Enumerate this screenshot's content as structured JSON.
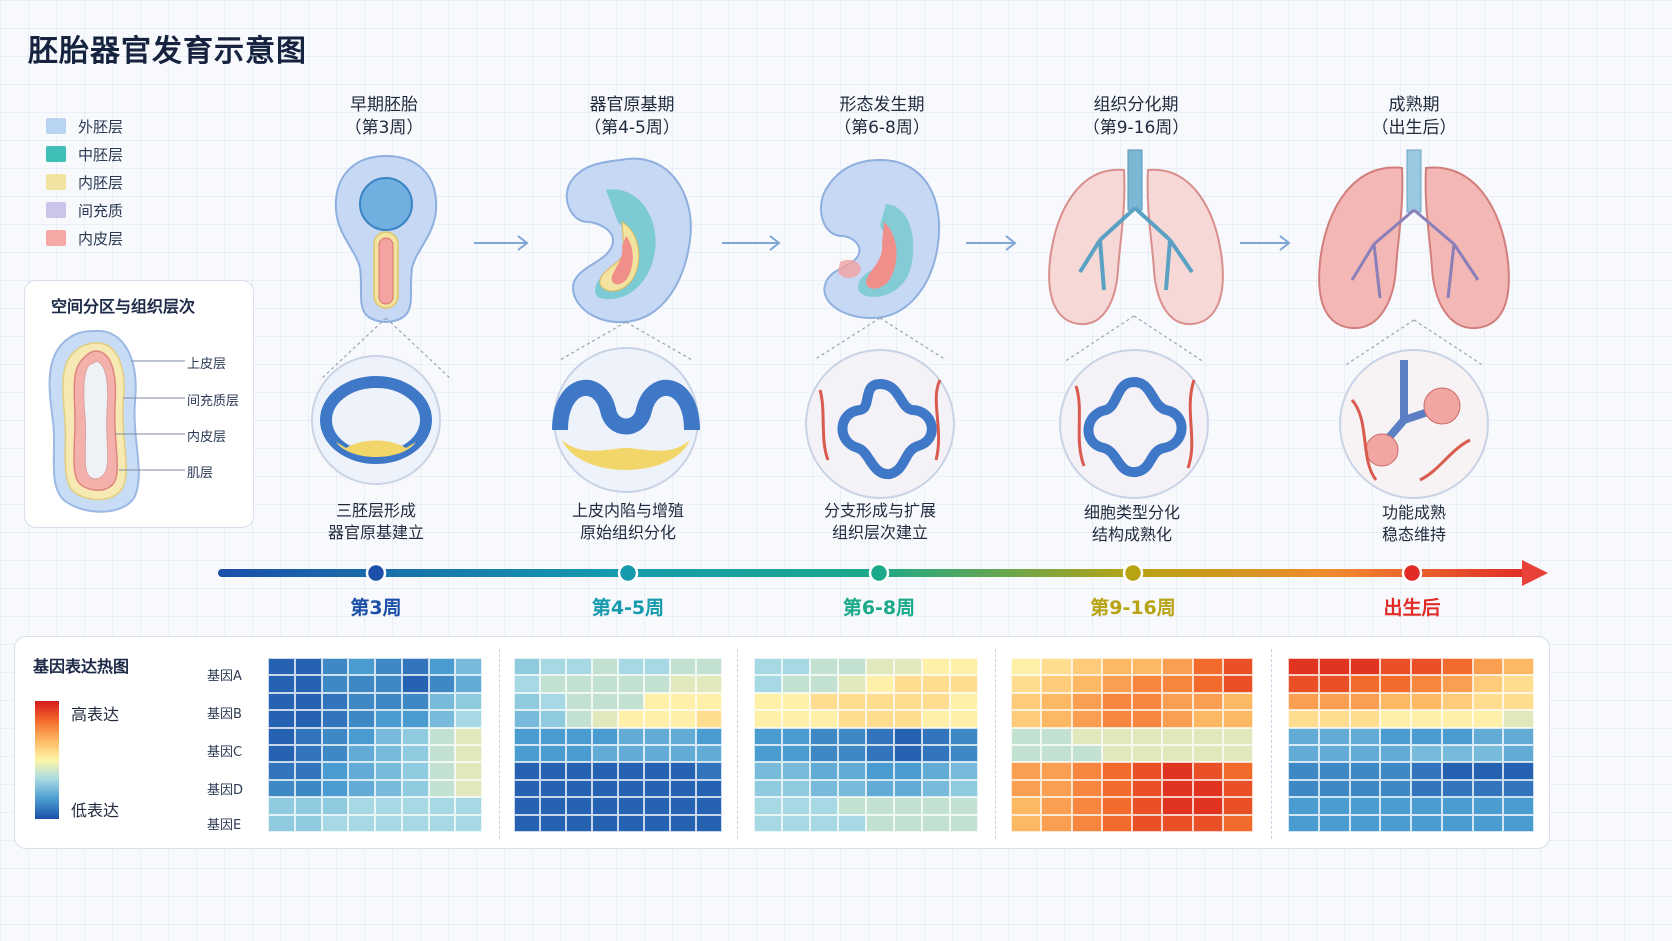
{
  "title": "胚胎器官发育示意图",
  "legend": [
    {
      "label": "外胚层",
      "color": "#b9d4f2"
    },
    {
      "label": "中胚层",
      "color": "#3fbfb8"
    },
    {
      "label": "内胚层",
      "color": "#f3e3a0"
    },
    {
      "label": "间充质",
      "color": "#cbc5ec"
    },
    {
      "label": "内皮层",
      "color": "#f4a9a6"
    }
  ],
  "inset": {
    "title": "空间分区与组织层次",
    "labels": [
      "上皮层",
      "间充质层",
      "内皮层",
      "肌层"
    ]
  },
  "stages": [
    {
      "title": "早期胚胎",
      "period": "（第3周）",
      "desc1": "三胚层形成",
      "desc2": "器官原基建立",
      "timeline": "第3周",
      "color": "#1b4fa8"
    },
    {
      "title": "器官原基期",
      "period": "（第4-5周）",
      "desc1": "上皮内陷与增殖",
      "desc2": "原始组织分化",
      "timeline": "第4-5周",
      "color": "#159aae"
    },
    {
      "title": "形态发生期",
      "period": "（第6-8周）",
      "desc1": "分支形成与扩展",
      "desc2": "组织层次建立",
      "timeline": "第6-8周",
      "color": "#1ba98a"
    },
    {
      "title": "组织分化期",
      "period": "（第9-16周）",
      "desc1": "细胞类型分化",
      "desc2": "结构成熟化",
      "timeline": "第9-16周",
      "color": "#b8a313"
    },
    {
      "title": "成熟期",
      "period": "（出生后）",
      "desc1": "功能成熟",
      "desc2": "稳态维持",
      "timeline": "出生后",
      "color": "#e02b26"
    }
  ],
  "heatmap": {
    "title": "基因表达热图",
    "high_label": "高表达",
    "low_label": "低表达",
    "genes": [
      "基因A",
      "基因B",
      "基因C",
      "基因D",
      "基因E"
    ],
    "blocks": [
      [
        [
          0.05,
          0.05,
          0.15,
          0.2,
          0.15,
          0.1,
          0.2,
          0.3
        ],
        [
          0.05,
          0.05,
          0.15,
          0.15,
          0.15,
          0.05,
          0.15,
          0.25
        ],
        [
          0.05,
          0.05,
          0.1,
          0.15,
          0.15,
          0.15,
          0.3,
          0.35
        ],
        [
          0.05,
          0.05,
          0.1,
          0.15,
          0.2,
          0.2,
          0.3,
          0.4
        ],
        [
          0.05,
          0.1,
          0.15,
          0.2,
          0.3,
          0.35,
          0.45,
          0.5
        ],
        [
          0.05,
          0.1,
          0.15,
          0.25,
          0.3,
          0.35,
          0.45,
          0.5
        ],
        [
          0.1,
          0.1,
          0.2,
          0.25,
          0.3,
          0.35,
          0.45,
          0.5
        ],
        [
          0.15,
          0.15,
          0.2,
          0.25,
          0.3,
          0.35,
          0.45,
          0.5
        ],
        [
          0.35,
          0.35,
          0.35,
          0.4,
          0.4,
          0.4,
          0.4,
          0.4
        ],
        [
          0.35,
          0.35,
          0.4,
          0.4,
          0.4,
          0.4,
          0.4,
          0.4
        ]
      ],
      [
        [
          0.35,
          0.4,
          0.4,
          0.45,
          0.4,
          0.4,
          0.45,
          0.45
        ],
        [
          0.4,
          0.45,
          0.45,
          0.45,
          0.45,
          0.45,
          0.5,
          0.5
        ],
        [
          0.35,
          0.4,
          0.45,
          0.45,
          0.45,
          0.55,
          0.55,
          0.55
        ],
        [
          0.3,
          0.35,
          0.45,
          0.5,
          0.55,
          0.55,
          0.55,
          0.6
        ],
        [
          0.2,
          0.2,
          0.2,
          0.2,
          0.25,
          0.25,
          0.25,
          0.2
        ],
        [
          0.2,
          0.2,
          0.2,
          0.25,
          0.25,
          0.25,
          0.25,
          0.25
        ],
        [
          0.05,
          0.05,
          0.05,
          0.05,
          0.05,
          0.05,
          0.05,
          0.1
        ],
        [
          0.05,
          0.05,
          0.05,
          0.05,
          0.05,
          0.05,
          0.05,
          0.05
        ],
        [
          0.05,
          0.05,
          0.05,
          0.05,
          0.05,
          0.05,
          0.05,
          0.05
        ],
        [
          0.05,
          0.05,
          0.05,
          0.05,
          0.05,
          0.05,
          0.05,
          0.05
        ]
      ],
      [
        [
          0.4,
          0.4,
          0.45,
          0.45,
          0.5,
          0.5,
          0.55,
          0.55
        ],
        [
          0.4,
          0.45,
          0.45,
          0.5,
          0.55,
          0.6,
          0.6,
          0.6
        ],
        [
          0.55,
          0.55,
          0.6,
          0.6,
          0.6,
          0.6,
          0.6,
          0.55
        ],
        [
          0.55,
          0.55,
          0.55,
          0.6,
          0.6,
          0.6,
          0.55,
          0.55
        ],
        [
          0.2,
          0.2,
          0.15,
          0.15,
          0.1,
          0.05,
          0.1,
          0.15
        ],
        [
          0.2,
          0.2,
          0.15,
          0.15,
          0.1,
          0.05,
          0.1,
          0.15
        ],
        [
          0.3,
          0.3,
          0.25,
          0.25,
          0.2,
          0.2,
          0.25,
          0.3
        ],
        [
          0.35,
          0.35,
          0.3,
          0.3,
          0.25,
          0.25,
          0.3,
          0.35
        ],
        [
          0.4,
          0.4,
          0.4,
          0.45,
          0.45,
          0.45,
          0.45,
          0.45
        ],
        [
          0.4,
          0.4,
          0.4,
          0.4,
          0.45,
          0.45,
          0.45,
          0.45
        ]
      ],
      [
        [
          0.55,
          0.6,
          0.65,
          0.7,
          0.7,
          0.75,
          0.85,
          0.9
        ],
        [
          0.6,
          0.65,
          0.7,
          0.75,
          0.8,
          0.8,
          0.85,
          0.9
        ],
        [
          0.65,
          0.7,
          0.75,
          0.8,
          0.8,
          0.75,
          0.75,
          0.7
        ],
        [
          0.65,
          0.7,
          0.75,
          0.8,
          0.8,
          0.75,
          0.7,
          0.7
        ],
        [
          0.45,
          0.45,
          0.5,
          0.5,
          0.5,
          0.5,
          0.5,
          0.5
        ],
        [
          0.45,
          0.45,
          0.45,
          0.5,
          0.5,
          0.5,
          0.5,
          0.5
        ],
        [
          0.75,
          0.75,
          0.8,
          0.85,
          0.9,
          0.95,
          0.9,
          0.85
        ],
        [
          0.75,
          0.75,
          0.8,
          0.85,
          0.9,
          0.95,
          0.95,
          0.9
        ],
        [
          0.7,
          0.75,
          0.8,
          0.85,
          0.9,
          0.95,
          0.95,
          0.9
        ],
        [
          0.7,
          0.75,
          0.8,
          0.85,
          0.9,
          0.9,
          0.9,
          0.85
        ]
      ],
      [
        [
          0.95,
          0.95,
          0.95,
          0.9,
          0.9,
          0.85,
          0.75,
          0.7
        ],
        [
          0.9,
          0.9,
          0.85,
          0.85,
          0.8,
          0.75,
          0.65,
          0.6
        ],
        [
          0.75,
          0.75,
          0.75,
          0.7,
          0.7,
          0.65,
          0.6,
          0.6
        ],
        [
          0.6,
          0.6,
          0.6,
          0.55,
          0.55,
          0.55,
          0.55,
          0.5
        ],
        [
          0.25,
          0.25,
          0.25,
          0.2,
          0.2,
          0.2,
          0.25,
          0.25
        ],
        [
          0.25,
          0.25,
          0.25,
          0.25,
          0.3,
          0.3,
          0.3,
          0.25
        ],
        [
          0.15,
          0.15,
          0.15,
          0.15,
          0.1,
          0.05,
          0.05,
          0.05
        ],
        [
          0.15,
          0.15,
          0.15,
          0.15,
          0.1,
          0.1,
          0.1,
          0.1
        ],
        [
          0.2,
          0.2,
          0.2,
          0.2,
          0.2,
          0.2,
          0.2,
          0.2
        ],
        [
          0.2,
          0.2,
          0.2,
          0.2,
          0.2,
          0.2,
          0.2,
          0.2
        ]
      ]
    ]
  }
}
